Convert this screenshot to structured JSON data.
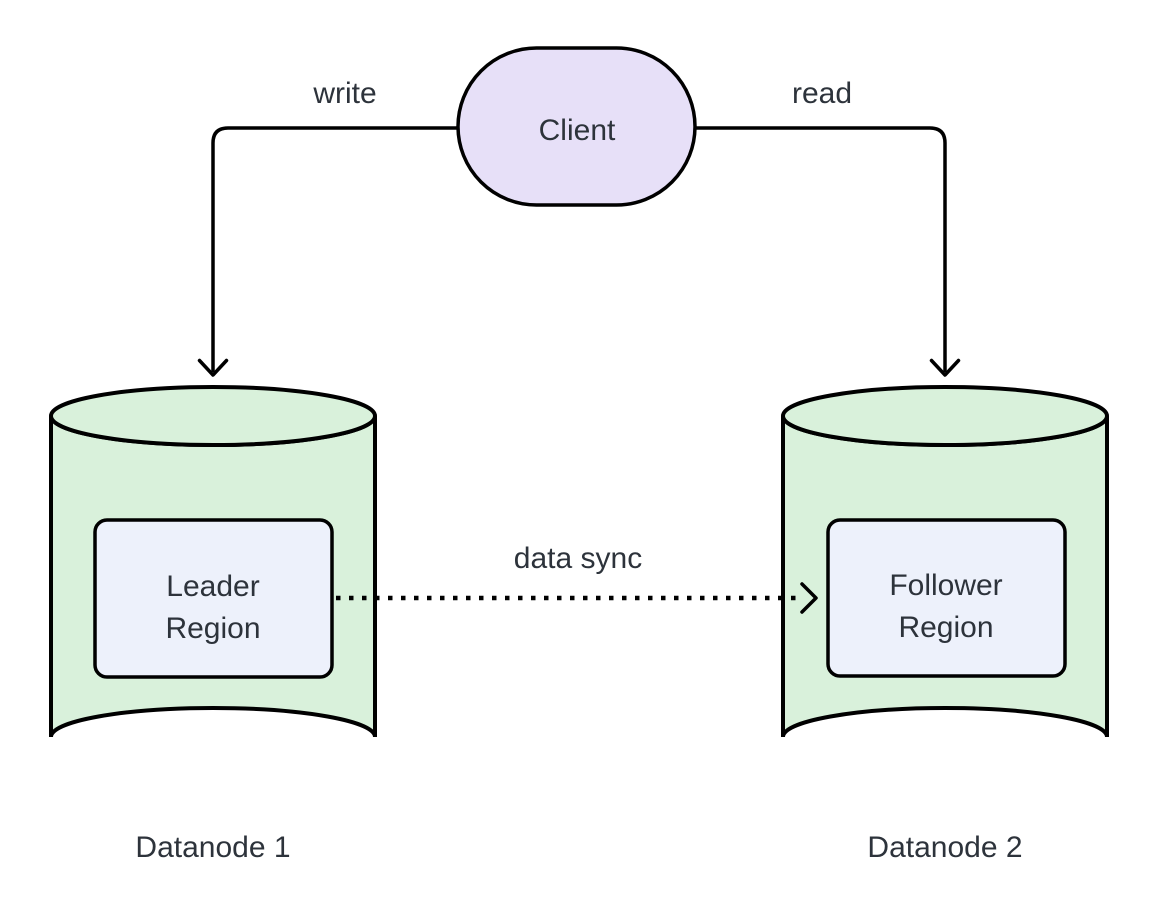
{
  "colors": {
    "background": "#ffffff",
    "stroke": "#000000",
    "text": "#2d333b",
    "client_fill": "#e7e0f8",
    "cylinder_fill": "#d9f1db",
    "region_fill": "#edf1fb"
  },
  "nodes": {
    "client": {
      "label": "Client",
      "fill": "#e7e0f8"
    },
    "datanode1": {
      "title": "Datanode 1",
      "fill": "#d9f1db",
      "region": {
        "line1": "Leader",
        "line2": "Region",
        "fill": "#edf1fb"
      }
    },
    "datanode2": {
      "title": "Datanode 2",
      "fill": "#d9f1db",
      "region": {
        "line1": "Follower",
        "line2": "Region",
        "fill": "#edf1fb"
      }
    }
  },
  "edges": {
    "write": {
      "label": "write",
      "style": "solid",
      "from": "Client",
      "to": "Datanode 1"
    },
    "read": {
      "label": "read",
      "style": "solid",
      "from": "Client",
      "to": "Datanode 2"
    },
    "data_sync": {
      "label": "data sync",
      "style": "dotted",
      "from": "Leader Region",
      "to": "Follower Region"
    }
  }
}
